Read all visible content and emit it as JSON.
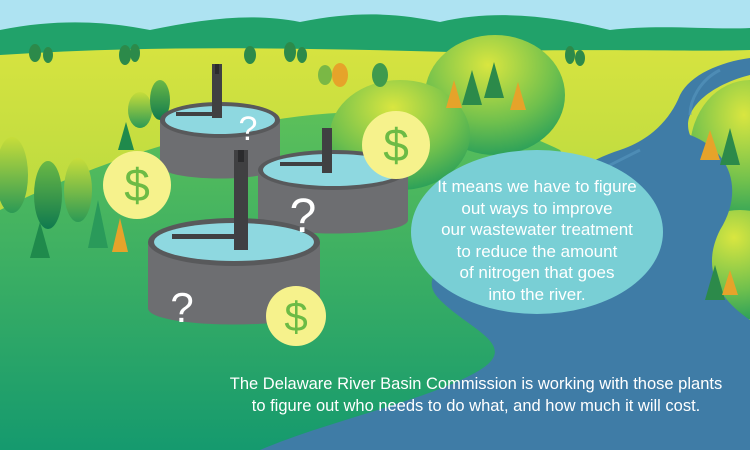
{
  "speech_bubble": {
    "text_lines": [
      "It means we have to figure",
      "out ways to improve",
      "our wastewater treatment",
      "to reduce the amount",
      "of nitrogen that goes",
      "into the river."
    ]
  },
  "caption": {
    "lines": [
      "The Delaware River Basin Commission is working with those plants",
      "to figure out who needs to do what, and how much it will cost."
    ]
  },
  "symbols": {
    "dollar": "$",
    "question": "?"
  },
  "colors": {
    "sky": "#aee3f2",
    "mountain": "#21a26a",
    "field": "#bcd93a",
    "hill": "#2aa46a",
    "river": "#3f7ca6",
    "tank_wall": "#6d6e71",
    "tank_water": "#8ed8e0",
    "coin": "#f6f28c",
    "coin_symbol": "#6cbb45",
    "bubble": "#79cfd5"
  }
}
